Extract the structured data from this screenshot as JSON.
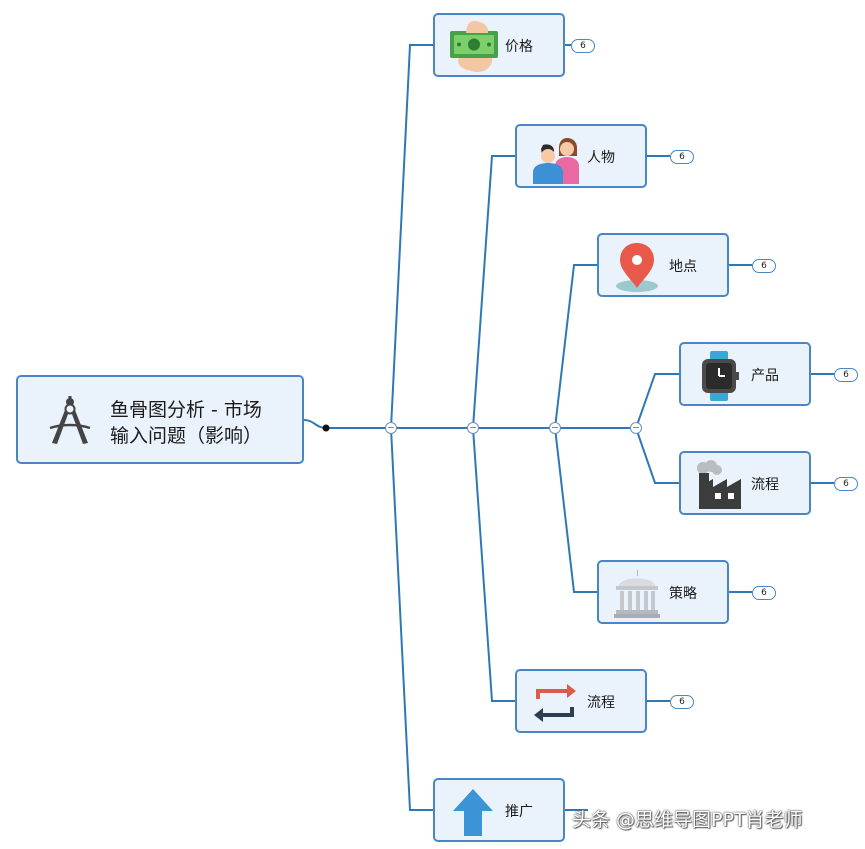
{
  "root": {
    "title_line1": "鱼骨图分析 - 市场",
    "title_line2": "输入问题（影响）",
    "icon": "compass-icon"
  },
  "nodes": [
    {
      "label": "价格",
      "icon": "money-icon",
      "count": "6"
    },
    {
      "label": "人物",
      "icon": "people-icon",
      "count": "6"
    },
    {
      "label": "地点",
      "icon": "location-pin-icon",
      "count": "6"
    },
    {
      "label": "产品",
      "icon": "smartwatch-icon",
      "count": "6"
    },
    {
      "label": "流程",
      "icon": "factory-icon",
      "count": "6"
    },
    {
      "label": "策略",
      "icon": "government-building-icon",
      "count": "6"
    },
    {
      "label": "流程",
      "icon": "repeat-arrows-icon",
      "count": "6"
    },
    {
      "label": "推广",
      "icon": "up-arrow-icon",
      "count": ""
    }
  ],
  "watermark": "头条 @思维导图PPT肖老师",
  "colors": {
    "border": "#4a86c5",
    "fill": "#eaf2fb",
    "line": "#2f78b7"
  }
}
